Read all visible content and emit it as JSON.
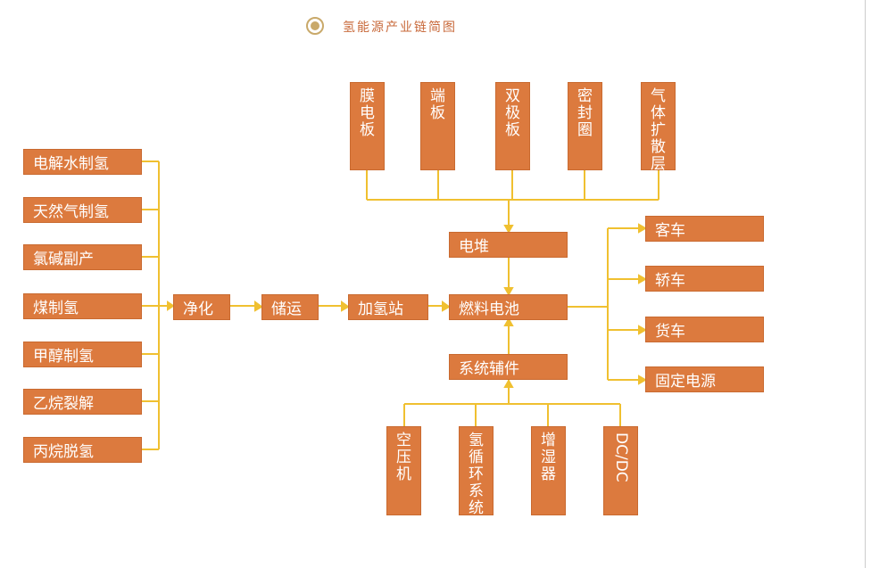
{
  "title": "氢能源产业链简图",
  "colors": {
    "box": "#DC7A3E",
    "line": "#F0C030"
  },
  "sources": [
    "电解水制氢",
    "天然气制氢",
    "氯碱副产",
    "煤制氢",
    "甲醇制氢",
    "乙烷裂解",
    "丙烷脱氢"
  ],
  "chain": [
    "净化",
    "储运",
    "加氢站",
    "燃料电池"
  ],
  "stack": "电堆",
  "stack_parts": [
    "膜电板",
    "端板",
    "双极板",
    "密封圈",
    "气体扩散层"
  ],
  "aux": "系统辅件",
  "aux_parts": [
    "空压机",
    "氢循环系统",
    "增湿器",
    "DC/DC"
  ],
  "applications": [
    "客车",
    "轿车",
    "货车",
    "固定电源"
  ]
}
